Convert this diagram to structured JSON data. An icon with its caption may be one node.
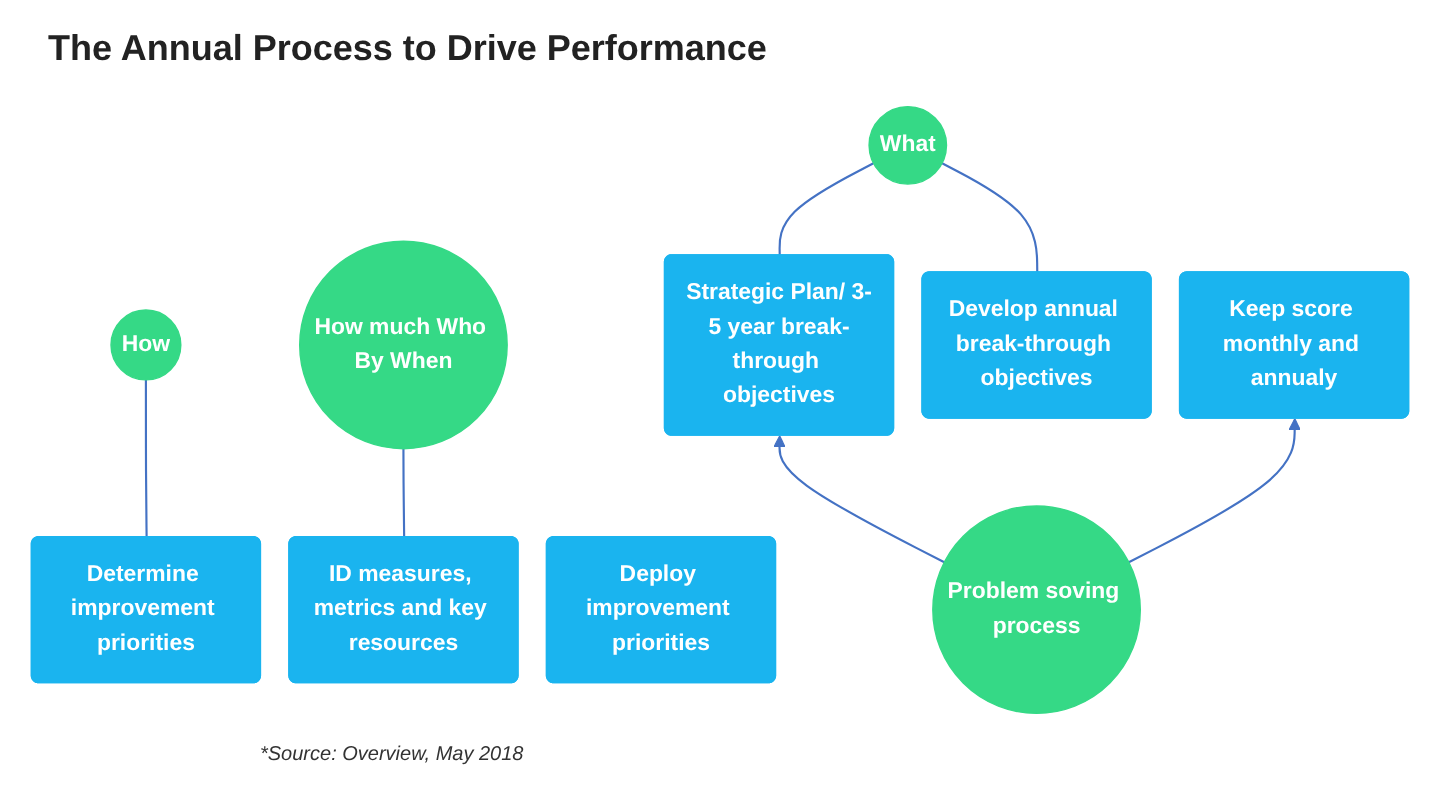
{
  "diagram": {
    "title": "The Annual Process to Drive Performance",
    "caption": "*Source: Overview, May 2018",
    "nodes": [
      {
        "text": [
          "What"
        ]
      },
      {
        "text": [
          "How"
        ]
      },
      {
        "text": [
          "How much Who By When"
        ]
      },
      {
        "text": [
          "Strategic Plan/ 3-5 year break-through objectives"
        ]
      },
      {
        "text": [
          "Develop annual break-through objectives"
        ]
      },
      {
        "text": [
          "Determine improvement priorities"
        ]
      },
      {
        "text": [
          "ID measures, metrics and key resources"
        ]
      },
      {
        "text": [
          "Deploy improvement priorities"
        ]
      },
      {
        "text": [
          "Keep score monthly and annualy"
        ]
      },
      {
        "text": [
          "Problem soving process"
        ]
      }
    ],
    "edges": [
      {
        "from": 0,
        "to": 3,
        "arrow": "none"
      },
      {
        "from": 0,
        "to": 4,
        "arrow": "none"
      },
      {
        "from": 1,
        "to": 5,
        "arrow": "none"
      },
      {
        "from": 2,
        "to": 6,
        "arrow": "none"
      },
      {
        "from": 9,
        "to": 3,
        "arrow": "to"
      },
      {
        "from": 9,
        "to": 8,
        "arrow": "to"
      }
    ]
  }
}
